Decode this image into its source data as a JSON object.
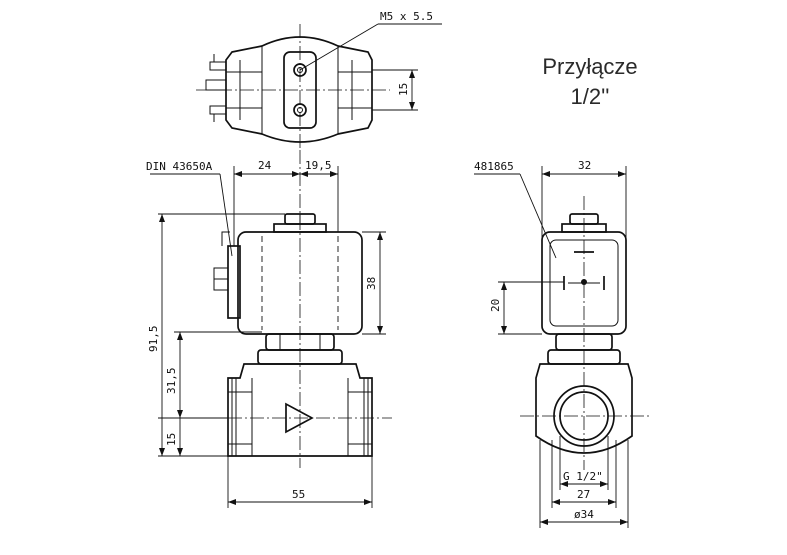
{
  "title": {
    "line1": "Przyłącze",
    "line2": "1/2''"
  },
  "labels": {
    "thread_note": "M5 x 5.5",
    "connector_standard": "DIN 43650A",
    "part_number": "481865",
    "pipe_thread": "G 1/2\""
  },
  "dimensions": {
    "top_15": "15",
    "front_24": "24",
    "front_19_5": "19,5",
    "front_38": "38",
    "front_91_5": "91,5",
    "front_31_5": "31,5",
    "front_15": "15",
    "front_55": "55",
    "side_32": "32",
    "side_20": "20",
    "side_27": "27",
    "side_diam34": "ø34"
  }
}
